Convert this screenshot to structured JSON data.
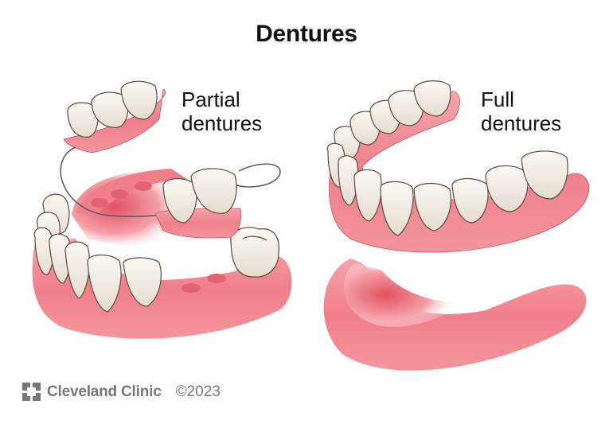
{
  "title": "Dentures",
  "labels": {
    "partial": [
      "Partial",
      "dentures"
    ],
    "full": [
      "Full",
      "dentures"
    ]
  },
  "illustrations": {
    "partial": "partial-dentures-illustration",
    "full": "full-dentures-illustration"
  },
  "footer": {
    "brand": "Cleveland Clinic",
    "copyright": "©2023",
    "logo_icon": "cleveland-clinic-cross-icon"
  },
  "colors": {
    "gum": "#f07f8a",
    "gum_dark": "#e0525f",
    "tooth": "#f4ede4",
    "tooth_outline": "#5a4a40",
    "wire": "#555a5e",
    "footer_gray": "#77787b",
    "title": "#111111"
  }
}
